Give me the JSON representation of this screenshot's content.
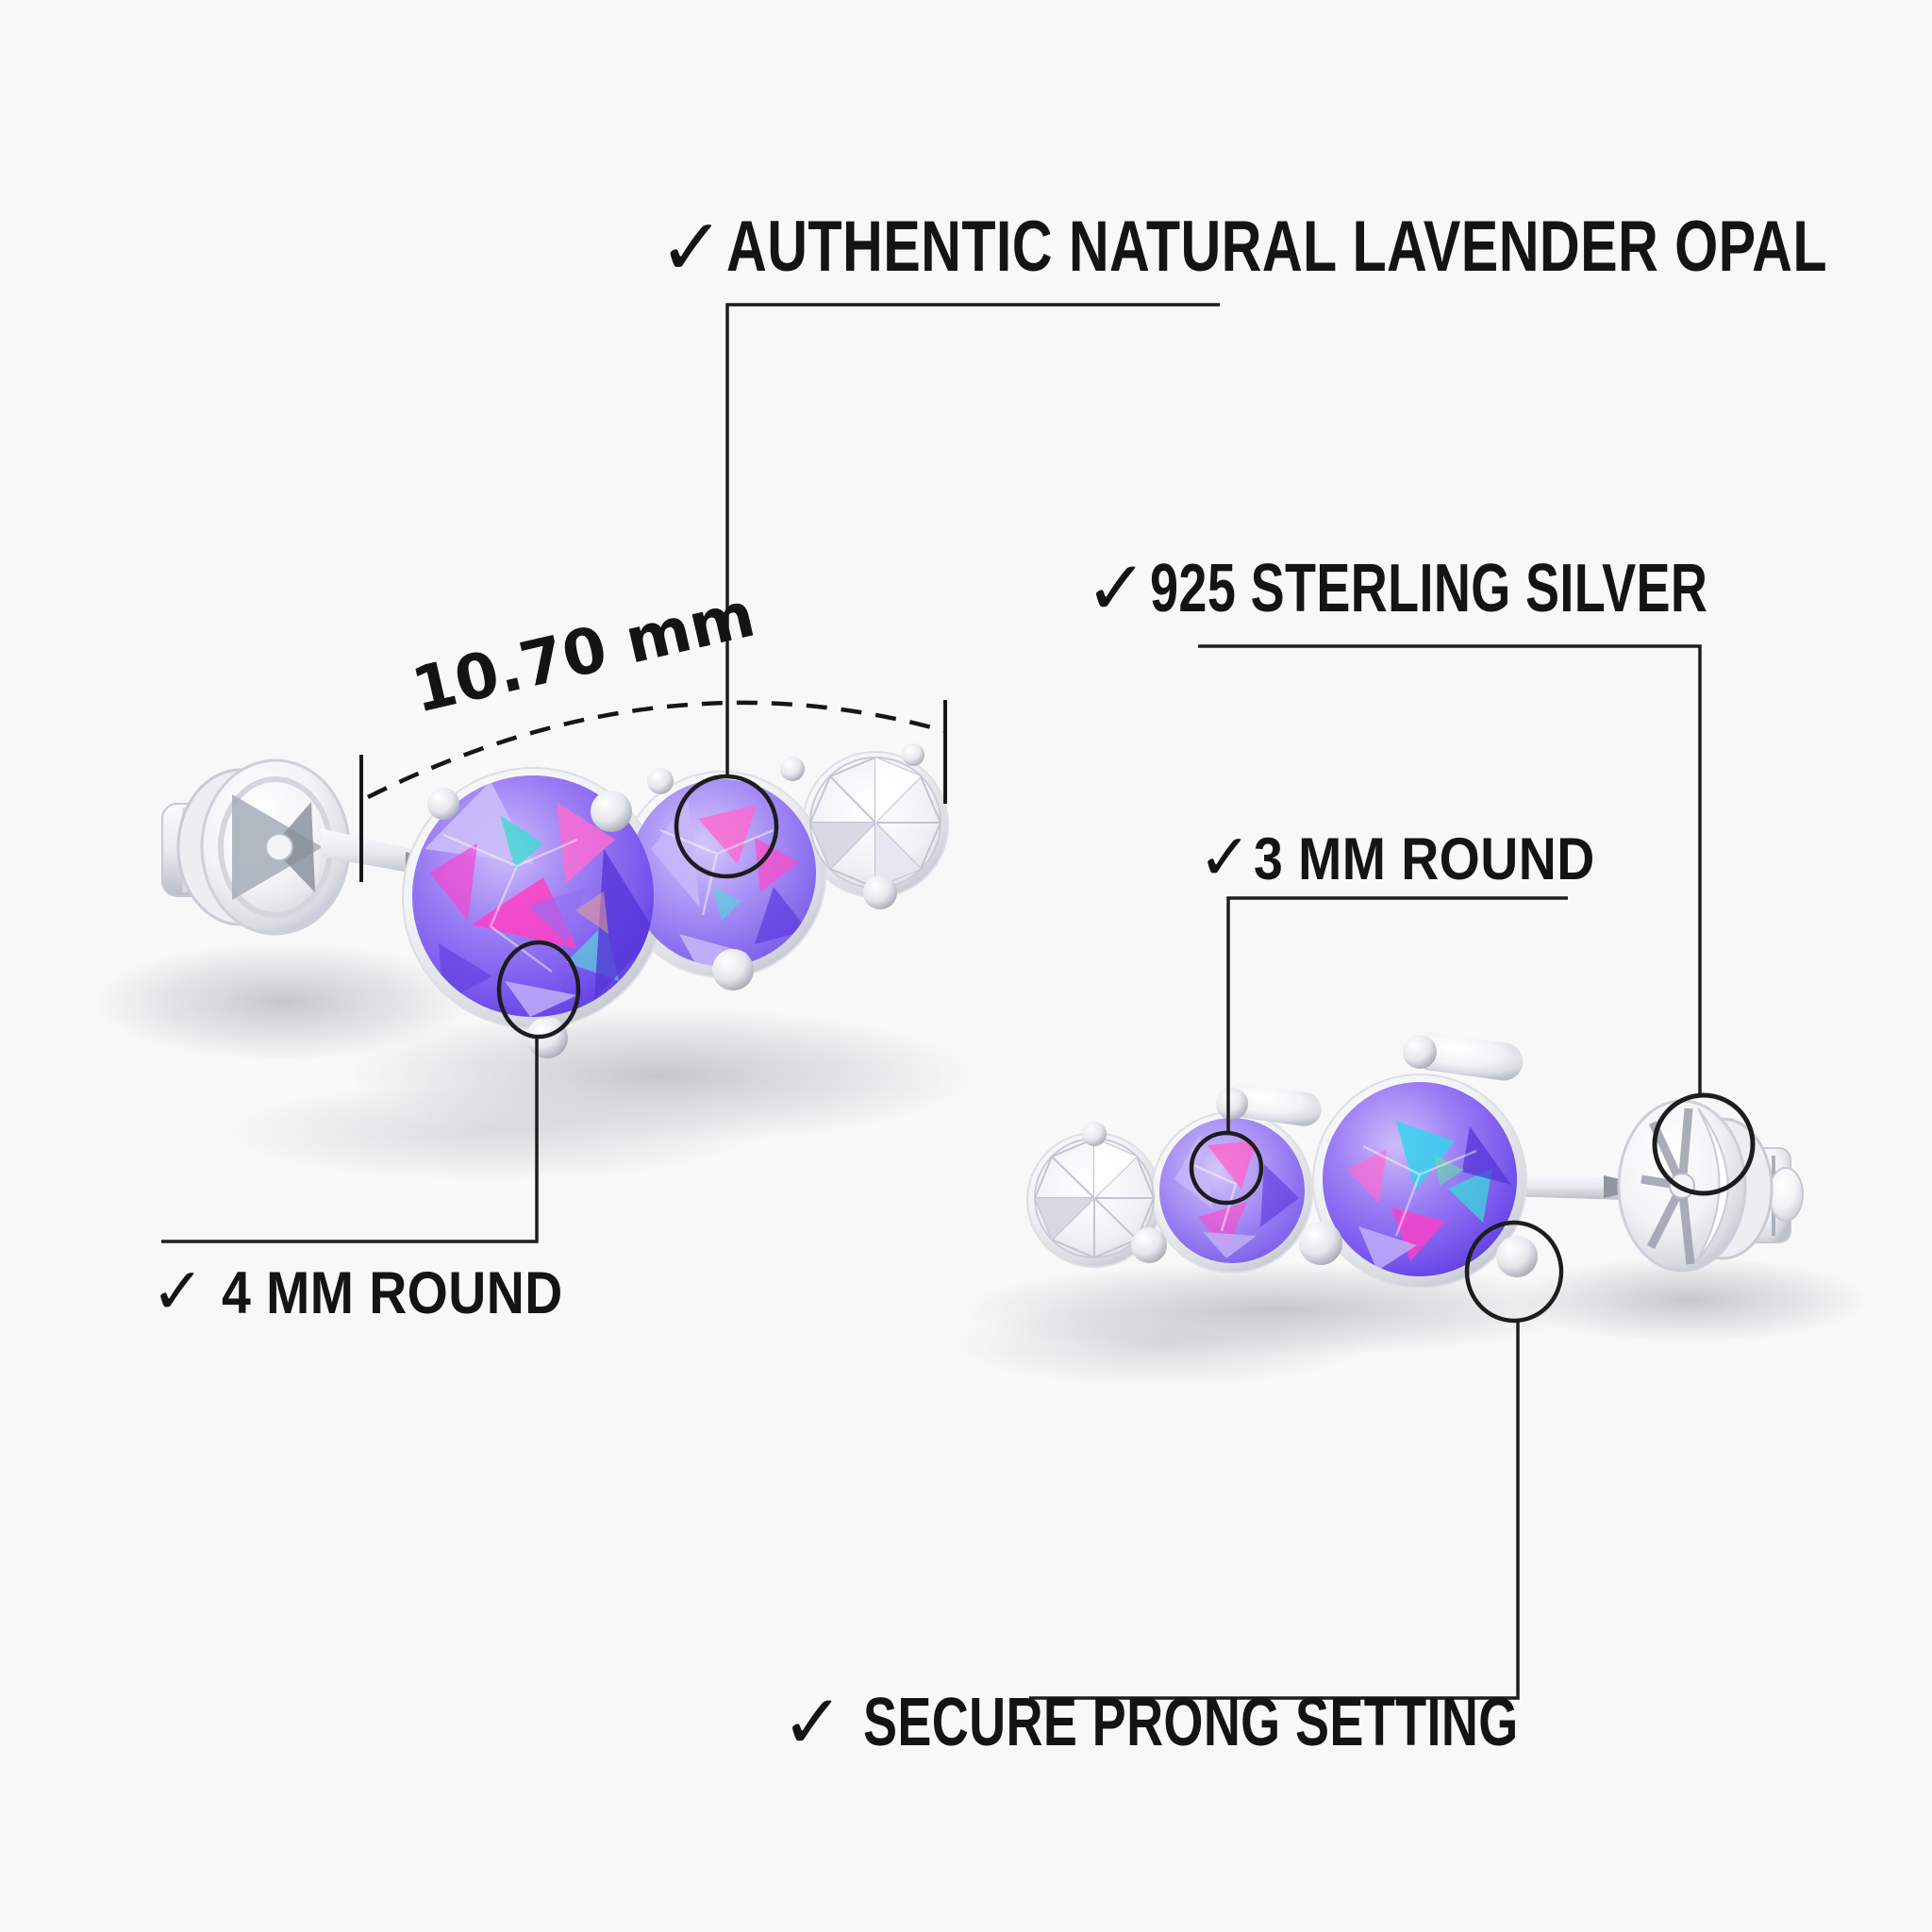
{
  "scene": {
    "background": "#f8f8f8",
    "subject": "lavender opal stud earrings, two views with feature callouts"
  },
  "labels": {
    "authentic": {
      "icon": "checkmark-icon",
      "check": "✓",
      "text": "AUTHENTIC NATURAL LAVENDER OPAL"
    },
    "sterling_silver": {
      "icon": "checkmark-icon",
      "check": "✓",
      "text": "925 STERLING SILVER"
    },
    "round_3mm": {
      "icon": "checkmark-icon",
      "check": "✓",
      "text": "3 MM ROUND"
    },
    "round_4mm": {
      "icon": "checkmark-icon",
      "check": "✓",
      "text": "4 MM ROUND"
    },
    "prong_setting": {
      "icon": "checkmark-icon",
      "check": "✓",
      "text": "SECURE PRONG SETTING"
    },
    "measurement": {
      "text": "10.70 mm"
    }
  },
  "colors": {
    "background": "#f8f8f8",
    "text": "#141414",
    "callout_line": "#1d1d1d",
    "opal_base": "#7e5cf0",
    "opal_light": "#c3b2fa",
    "opal_deep": "#5534dc",
    "flash_magenta": "#ff3fc4",
    "flash_pink": "#ff6ad2",
    "flash_cyan": "#3fd8e0",
    "flash_green": "#4fe4a8",
    "metal_white": "#ffffff",
    "metal_mid": "#d7d9e0",
    "metal_dark": "#a9aeb9",
    "shadow": "#bfc0c5"
  }
}
